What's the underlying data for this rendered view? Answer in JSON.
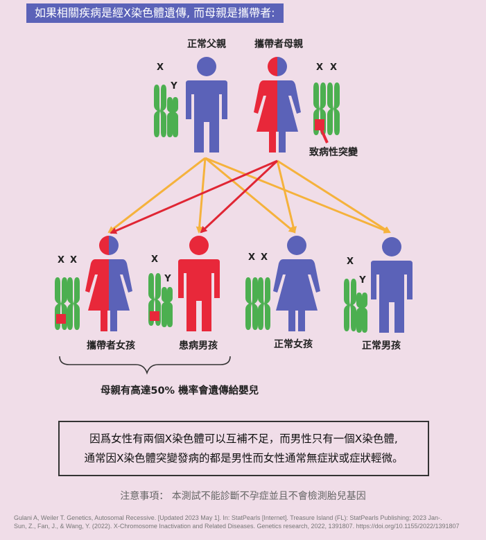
{
  "header": {
    "title": "如果相關疾病是經X染色體遺傳, 而母親是攜帶者:"
  },
  "parents": {
    "father": {
      "label": "正常父親",
      "chrom1": "X",
      "chrom2": "Y"
    },
    "mother": {
      "label": "攜帶者母親",
      "chrom1": "X",
      "chrom2": "X"
    },
    "mutation_label": "致病性突變"
  },
  "children": [
    {
      "label": "攜帶者女孩",
      "chrom1": "X",
      "chrom2": "X"
    },
    {
      "label": "患病男孩",
      "chrom1": "X",
      "chrom2": "Y"
    },
    {
      "label": "正常女孩",
      "chrom1": "X",
      "chrom2": "X"
    },
    {
      "label": "正常男孩",
      "chrom1": "X",
      "chrom2": "Y"
    }
  ],
  "probability_note": "母親有高達50% 機率會遺傳給嬰兒",
  "explanation": {
    "line1": "因爲女性有兩個X染色體可以互補不足，而男性只有一個X染色體,",
    "line2": "通常因X染色體突變發病的都是男性而女性通常無症狀或症狀輕微。"
  },
  "caution": "注意事項： 本測試不能診斷不孕症並且不會檢測胎兒基因",
  "references": {
    "ref1": "Gulani A, Weiler T. Genetics, Autosomal Recessive. [Updated 2023 May 1]. In: StatPearls [Internet]. Treasure Island (FL): StatPearls Publishing; 2023 Jan-.",
    "ref2": "Sun, Z., Fan, J., & Wang, Y. (2022). X-Chromosome Inactivation and Related Diseases. Genetics research, 2022, 1391807. https://doi.org/10.1155/2022/1391807"
  },
  "colors": {
    "blue": "#5b62b8",
    "red": "#e8283a",
    "green": "#4caf50",
    "arrow_orange": "#f5b23c",
    "arrow_red": "#e02634",
    "background": "#f0dde8"
  }
}
